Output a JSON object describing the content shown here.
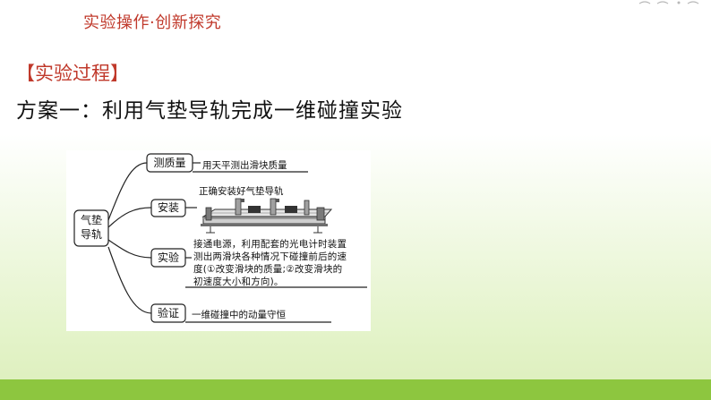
{
  "header": {
    "title": "实验操作·创新探究"
  },
  "section": {
    "tag": "【实验过程】",
    "scheme_title": "方案一：利用气垫导轨完成一维碰撞实验"
  },
  "diagram": {
    "root": {
      "line1": "气垫",
      "line2": "导轨"
    },
    "branches": [
      {
        "label": "测质量",
        "desc": "用天平测出滑块质量"
      },
      {
        "label": "安装",
        "desc": "正确安装好气垫导轨"
      },
      {
        "label": "实验",
        "desc": "接通电源，利用配套的光电计时装置\n测出两滑块各种情况下碰撞前后的速\n度(①改变滑块的质量;②改变滑块的\n初速度大小和方向)。"
      },
      {
        "label": "验证",
        "desc": "一维碰撞中的动量守恒"
      }
    ],
    "apparatus_icon": "air-track-illustration"
  },
  "colors": {
    "accent_red": "#c0392b",
    "bottom_bar": "#8dc63f",
    "background_tint": "#e3f3c8"
  }
}
